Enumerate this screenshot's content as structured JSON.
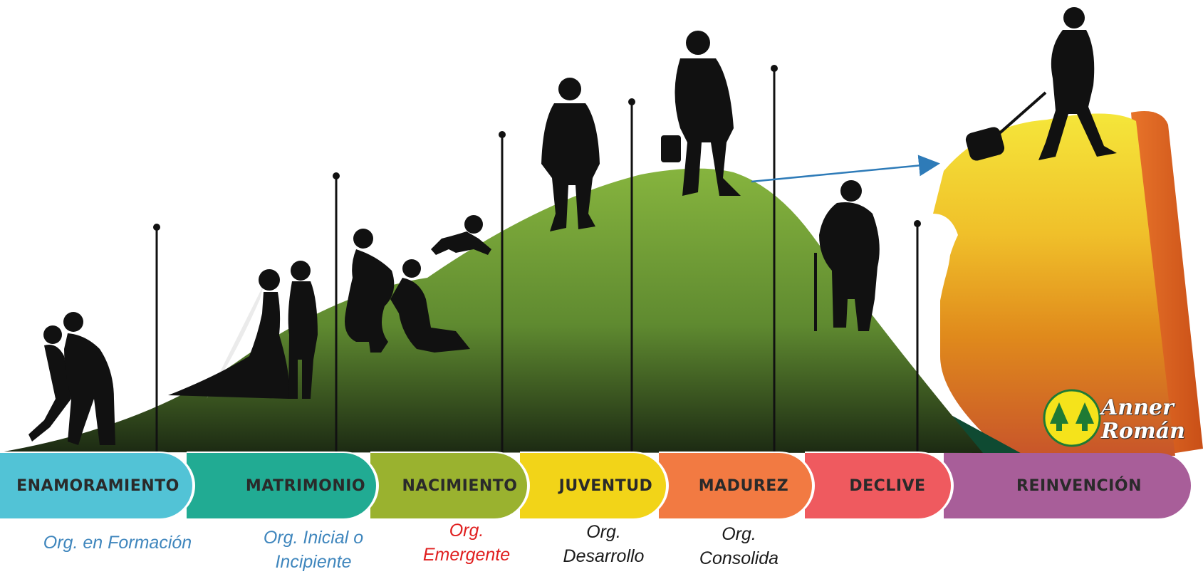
{
  "stages": [
    {
      "label": "ENAMORAMIENTO",
      "color": "#52c3d6",
      "org_lines": [
        "Org. en Formación"
      ],
      "org_color": "#3f86bd"
    },
    {
      "label": "MATRIMONIO",
      "color": "#21ab93",
      "org_lines": [
        "Org. Inicial o",
        "Incipiente"
      ],
      "org_color": "#3f86bd"
    },
    {
      "label": "NACIMIENTO",
      "color": "#9ab22f",
      "org_lines": [
        "Org.",
        "Emergente"
      ],
      "org_color": "#e02020"
    },
    {
      "label": "JUVENTUD",
      "color": "#f2d418",
      "org_lines": [
        "Org.",
        "Desarrollo"
      ],
      "org_color": "#1a1a1a"
    },
    {
      "label": "MADUREZ",
      "color": "#f27a42",
      "org_lines": [
        "Org.",
        "Consolida"
      ],
      "org_color": "#1a1a1a"
    },
    {
      "label": "DECLIVE",
      "color": "#ef5a5f",
      "org_lines": [],
      "org_color": "#1a1a1a"
    },
    {
      "label": "REINVENCIÓN",
      "color": "#a85e99",
      "org_lines": [],
      "org_color": "#1a1a1a"
    }
  ],
  "logo": {
    "line1": "Anner",
    "line2": "Román",
    "circle_color": "#f5e31b",
    "tree_color": "#1f7a34"
  },
  "colors": {
    "curve_top": "#7da93c",
    "curve_bottom": "#1d2c14",
    "curve_edge": "#0f4a32",
    "arrow": "#2e7bb8",
    "book_yellow": "#f5e23a",
    "book_orange": "#d9822b",
    "book_spine": "#e06a1f"
  }
}
